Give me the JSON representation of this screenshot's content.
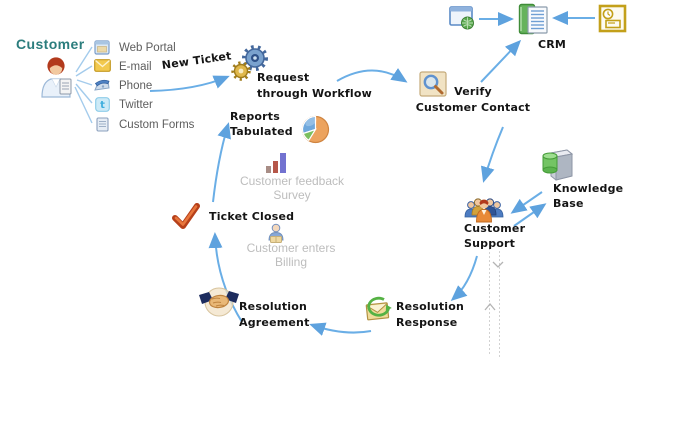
{
  "customer": {
    "title": "Customer",
    "channels": {
      "web_portal": "Web Portal",
      "email": "E-mail",
      "phone": "Phone",
      "twitter": "Twitter",
      "custom_forms": "Custom Forms"
    },
    "twitter_glyph": "t"
  },
  "flow": {
    "new_ticket": "New Ticket",
    "request": {
      "line1": "Request",
      "line2": "through Workflow"
    },
    "verify": {
      "line1": "Verify",
      "line2": "Customer Contact"
    },
    "crm": "CRM",
    "knowledge_base": {
      "line1": "Knowledge",
      "line2": "Base"
    },
    "support": {
      "line1": "Customer",
      "line2": "Support"
    },
    "response": {
      "line1": "Resolution",
      "line2": "Response"
    },
    "agreement": {
      "line1": "Resolution",
      "line2": "Agreement"
    },
    "closed": "Ticket Closed",
    "reports": {
      "line1": "Reports",
      "line2": "Tabulated"
    }
  },
  "faded_steps": {
    "survey": {
      "line1": "Customer feedback",
      "line2": "Survey"
    },
    "billing": {
      "line1": "Customer enters",
      "line2": "Billing"
    }
  },
  "connections": [
    {
      "from": "customer-channels",
      "to": "request-through-workflow",
      "label": "New Ticket"
    },
    {
      "from": "request-through-workflow",
      "to": "verify-customer-contact"
    },
    {
      "from": "verify-customer-contact",
      "to": "crm"
    },
    {
      "from": "web-app",
      "to": "crm"
    },
    {
      "from": "scheduler-form",
      "to": "crm"
    },
    {
      "from": "verify-customer-contact",
      "to": "customer-support"
    },
    {
      "from": "customer-support",
      "to": "knowledge-base"
    },
    {
      "from": "knowledge-base",
      "to": "customer-support"
    },
    {
      "from": "customer-support",
      "to": "resolution-response"
    },
    {
      "from": "resolution-response",
      "to": "resolution-agreement"
    },
    {
      "from": "resolution-agreement",
      "to": "ticket-closed"
    },
    {
      "from": "ticket-closed",
      "to": "reports-tabulated"
    }
  ],
  "icons": [
    "customer-person-icon",
    "web-portal-icon",
    "email-icon",
    "phone-icon",
    "twitter-icon",
    "custom-forms-icon",
    "gears-icon",
    "verify-search-icon",
    "web-app-window-icon",
    "crm-book-icon",
    "scheduler-form-icon",
    "knowledge-base-server-icon",
    "support-group-icon",
    "response-envelope-icon",
    "handshake-icon",
    "check-icon",
    "pie-chart-icon",
    "bar-chart-icon",
    "billing-person-icon"
  ],
  "colors": {
    "arrow": "#6aaee6",
    "title_teal": "#2b7d7d",
    "label": "#141414",
    "muted": "#bdbdbd",
    "gold": "#c8a018",
    "green": "#58a858"
  }
}
